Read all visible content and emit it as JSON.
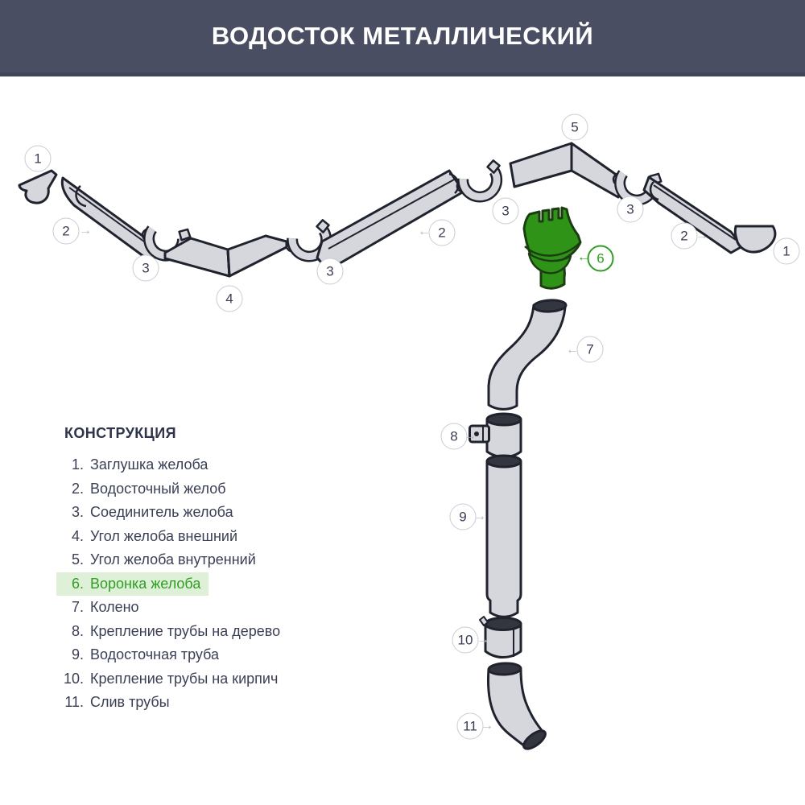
{
  "header": {
    "title": "ВОДОСТОК МЕТАЛЛИЧЕСКИЙ"
  },
  "legend": {
    "title": "КОНСТРУКЦИЯ",
    "items": [
      {
        "num": "1.",
        "label": "Заглушка желоба",
        "highlight": false
      },
      {
        "num": "2.",
        "label": "Водосточный желоб",
        "highlight": false
      },
      {
        "num": "3.",
        "label": "Соединитель желоба",
        "highlight": false
      },
      {
        "num": "4.",
        "label": "Угол желоба внешний",
        "highlight": false
      },
      {
        "num": "5.",
        "label": "Угол желоба внутренний",
        "highlight": false
      },
      {
        "num": "6.",
        "label": "Воронка желоба",
        "highlight": true
      },
      {
        "num": "7.",
        "label": "Колено",
        "highlight": false
      },
      {
        "num": "8.",
        "label": "Крепление трубы на дерево",
        "highlight": false
      },
      {
        "num": "9.",
        "label": "Водосточная труба",
        "highlight": false
      },
      {
        "num": "10.",
        "label": "Крепление трубы на кирпич",
        "highlight": false
      },
      {
        "num": "11.",
        "label": "Слив трубы",
        "highlight": false
      }
    ]
  },
  "callouts": [
    {
      "label": "1"
    },
    {
      "label": "2",
      "arrow": "right"
    },
    {
      "label": "3"
    },
    {
      "label": "4"
    },
    {
      "label": "3"
    },
    {
      "label": "2",
      "arrow": "left"
    },
    {
      "label": "3"
    },
    {
      "label": "5"
    },
    {
      "label": "3"
    },
    {
      "label": "2",
      "arrow": "right"
    },
    {
      "label": "1"
    },
    {
      "label": "6",
      "arrow": "left",
      "accent": true
    },
    {
      "label": "7",
      "arrow": "left"
    },
    {
      "label": "8",
      "arrow": "right"
    },
    {
      "label": "9",
      "arrow": "right"
    },
    {
      "label": "10",
      "arrow": "right"
    },
    {
      "label": "11",
      "arrow": "right"
    }
  ],
  "icons": {
    "arrow_right": "→",
    "arrow_left": "←"
  },
  "colors": {
    "header_bg": "#4a4e63",
    "outline": "#20232e",
    "part_fill": "#d5d7dd",
    "opening_fill": "#33363f",
    "accent_green": "#2f9318",
    "accent_green_dark": "#1c3d12",
    "highlight_bg": "#def0d7",
    "highlight_text": "#2f9e23",
    "callout_border": "#c9ccd4"
  }
}
